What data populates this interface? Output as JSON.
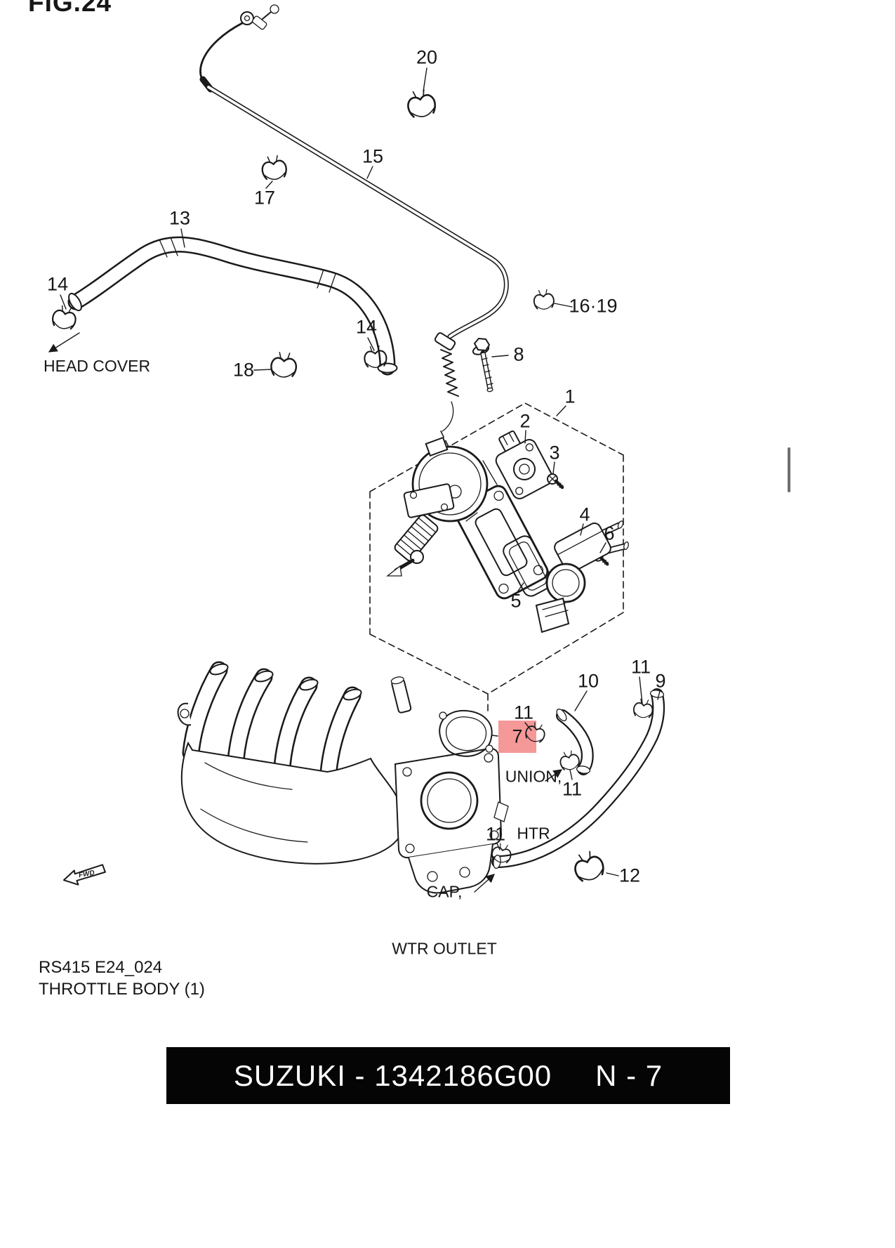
{
  "figure": {
    "fig_label": "FIG.24",
    "code": "RS415 E24_024",
    "title": "THROTTLE BODY (1)",
    "highlight_color": "#f59898"
  },
  "footer": {
    "left": "SUZUKI - 1342186G00",
    "right": "N - 7"
  },
  "labels": {
    "head_cover": "HEAD COVER",
    "union_line1": "UNION,",
    "union_line2": "HTR",
    "cap_line1": "CAP,",
    "cap_line2": "WTR OUTLET",
    "fwd": "FWD"
  },
  "callouts": {
    "n1": "1",
    "n2": "2",
    "n3": "3",
    "n4": "4",
    "n5": "5",
    "n6": "6",
    "n7": "7",
    "n8": "8",
    "n9": "9",
    "n10": "10",
    "n11": "11",
    "n12": "12",
    "n13": "13",
    "n14": "14",
    "n15": "15",
    "n16_19": "16·19",
    "n17": "17",
    "n18": "18",
    "n20": "20"
  }
}
